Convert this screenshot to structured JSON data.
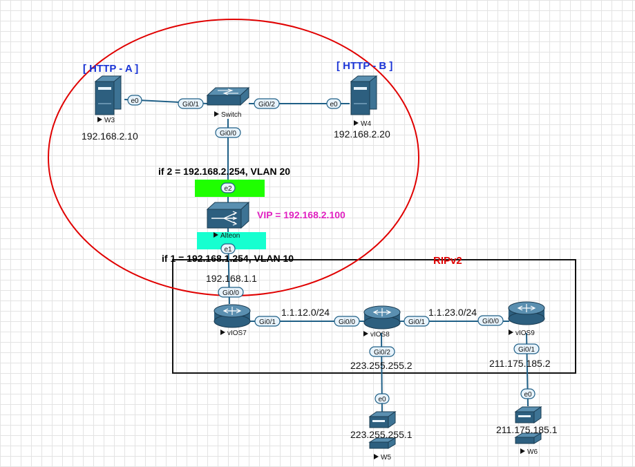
{
  "colors": {
    "link": "#1f5f86",
    "port_fill": "#e8f3fb",
    "device_fill": "#2d5f7f",
    "circle": "#e00000",
    "rip_label": "#e00000",
    "http_label": "#1a34d6",
    "vip_label": "#e020c0",
    "if2_box": "#1fff00",
    "if1_box": "#16ffd0"
  },
  "zones": {
    "http_a": "[ HTTP - A ]",
    "http_b": "[ HTTP - B ]",
    "rip": "RIPv2"
  },
  "nodes": {
    "w3": {
      "name": "W3",
      "ip": "192.168.2.10",
      "icon": "server-icon"
    },
    "w4": {
      "name": "W4",
      "ip": "192.168.2.20",
      "icon": "server-icon"
    },
    "switch": {
      "name": "Switch",
      "icon": "switch-icon"
    },
    "alteon": {
      "name": "Alteon",
      "icon": "load-balancer-icon"
    },
    "vios7": {
      "name": "vIOS7",
      "ip": "192.168.1.1",
      "icon": "router-icon"
    },
    "vios8": {
      "name": "vIOS8",
      "ip": "223.255.255.2",
      "icon": "router-icon"
    },
    "vios9": {
      "name": "vIOS9",
      "ip": "211.175.185.2",
      "icon": "router-icon"
    },
    "w5": {
      "name": "W5",
      "ip": "223.255.255.1",
      "icon": "server-icon"
    },
    "w6": {
      "name": "W6",
      "ip": "211.175.185.1",
      "icon": "server-icon"
    }
  },
  "annotations": {
    "if2": "if 2 = 192.168.2.254, VLAN 20",
    "if1": "if 1 = 192.168.1.254, VLAN 10",
    "vip": "VIP = 192.168.2.100",
    "net_7_8": "1.1.12.0/24",
    "net_8_9": "1.1.23.0/24"
  },
  "ports": {
    "w3_e0": "e0",
    "sw_gi01": "Gi0/1",
    "sw_gi02": "Gi0/2",
    "w4_e0": "e0",
    "sw_gi00": "Gi0/0",
    "alteon_e2": "e2",
    "alteon_e1": "e1",
    "v7_gi00": "Gi0/0",
    "v7_gi01": "Gi0/1",
    "v8_gi00": "Gi0/0",
    "v8_gi01": "Gi0/1",
    "v8_gi02": "Gi0/2",
    "v9_gi00": "Gi0/0",
    "v9_gi01": "Gi0/1",
    "w5_e0": "e0",
    "w6_e0": "e0"
  }
}
